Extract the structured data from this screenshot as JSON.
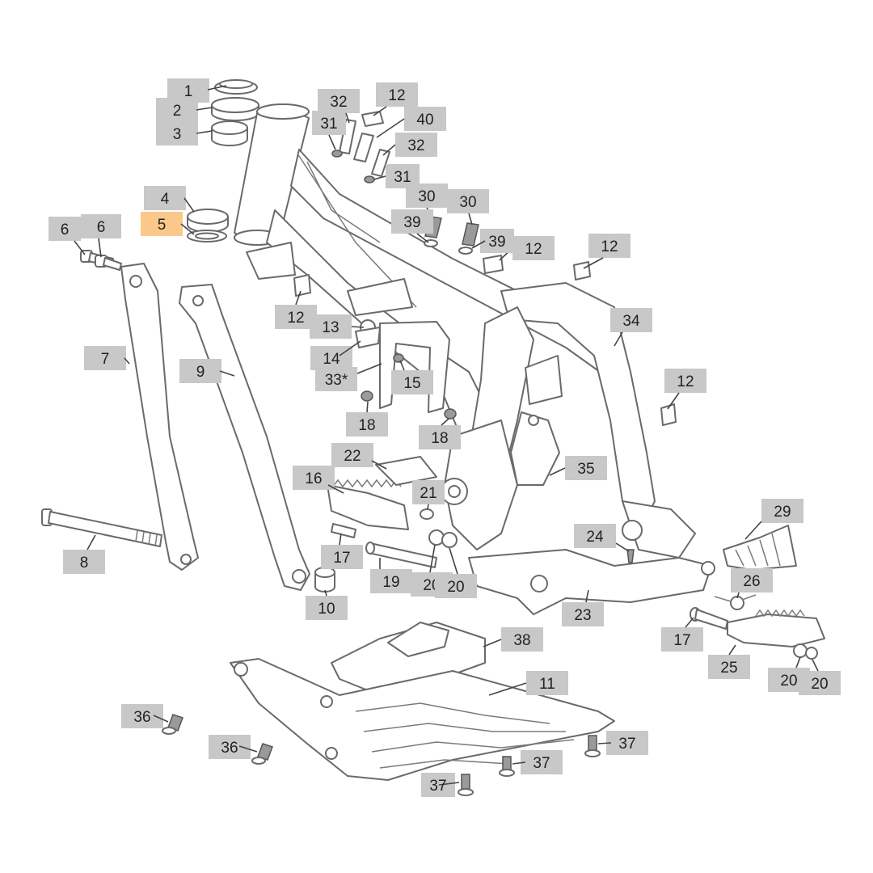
{
  "colors": {
    "callout_box": "#c8c8c8",
    "callout_highlight": "#f9c88a",
    "part_outline": "#6a6a6a",
    "part_dark": "#9a9a9a",
    "leader": "#444444",
    "background": "#ffffff"
  },
  "highlighted_part": "5",
  "callouts": [
    {
      "id": "c1",
      "label": "1"
    },
    {
      "id": "c2",
      "label": "2"
    },
    {
      "id": "c3",
      "label": "3"
    },
    {
      "id": "c4",
      "label": "4"
    },
    {
      "id": "c5",
      "label": "5",
      "highlight": true
    },
    {
      "id": "c6a",
      "label": "6"
    },
    {
      "id": "c6b",
      "label": "6"
    },
    {
      "id": "c7",
      "label": "7"
    },
    {
      "id": "c8",
      "label": "8"
    },
    {
      "id": "c9",
      "label": "9"
    },
    {
      "id": "c10",
      "label": "10"
    },
    {
      "id": "c11",
      "label": "11"
    },
    {
      "id": "c12a",
      "label": "12"
    },
    {
      "id": "c12b",
      "label": "12"
    },
    {
      "id": "c12c",
      "label": "12"
    },
    {
      "id": "c12d",
      "label": "12"
    },
    {
      "id": "c12e",
      "label": "12"
    },
    {
      "id": "c13",
      "label": "13"
    },
    {
      "id": "c14",
      "label": "14"
    },
    {
      "id": "c15",
      "label": "15"
    },
    {
      "id": "c16",
      "label": "16"
    },
    {
      "id": "c17a",
      "label": "17"
    },
    {
      "id": "c17b",
      "label": "17"
    },
    {
      "id": "c18a",
      "label": "18"
    },
    {
      "id": "c18b",
      "label": "18"
    },
    {
      "id": "c19",
      "label": "19"
    },
    {
      "id": "c20a",
      "label": "20"
    },
    {
      "id": "c20b",
      "label": "20"
    },
    {
      "id": "c20c",
      "label": "20"
    },
    {
      "id": "c20d",
      "label": "20"
    },
    {
      "id": "c21",
      "label": "21"
    },
    {
      "id": "c22",
      "label": "22"
    },
    {
      "id": "c23",
      "label": "23"
    },
    {
      "id": "c24",
      "label": "24"
    },
    {
      "id": "c25",
      "label": "25"
    },
    {
      "id": "c26",
      "label": "26"
    },
    {
      "id": "c29",
      "label": "29"
    },
    {
      "id": "c30a",
      "label": "30"
    },
    {
      "id": "c30b",
      "label": "30"
    },
    {
      "id": "c31a",
      "label": "31"
    },
    {
      "id": "c31b",
      "label": "31"
    },
    {
      "id": "c32a",
      "label": "32"
    },
    {
      "id": "c32b",
      "label": "32"
    },
    {
      "id": "c33",
      "label": "33*"
    },
    {
      "id": "c34",
      "label": "34"
    },
    {
      "id": "c35",
      "label": "35"
    },
    {
      "id": "c36a",
      "label": "36"
    },
    {
      "id": "c36b",
      "label": "36"
    },
    {
      "id": "c37a",
      "label": "37"
    },
    {
      "id": "c37b",
      "label": "37"
    },
    {
      "id": "c37c",
      "label": "37"
    },
    {
      "id": "c38",
      "label": "38"
    },
    {
      "id": "c39a",
      "label": "39"
    },
    {
      "id": "c39b",
      "label": "39"
    },
    {
      "id": "c40",
      "label": "40"
    }
  ]
}
